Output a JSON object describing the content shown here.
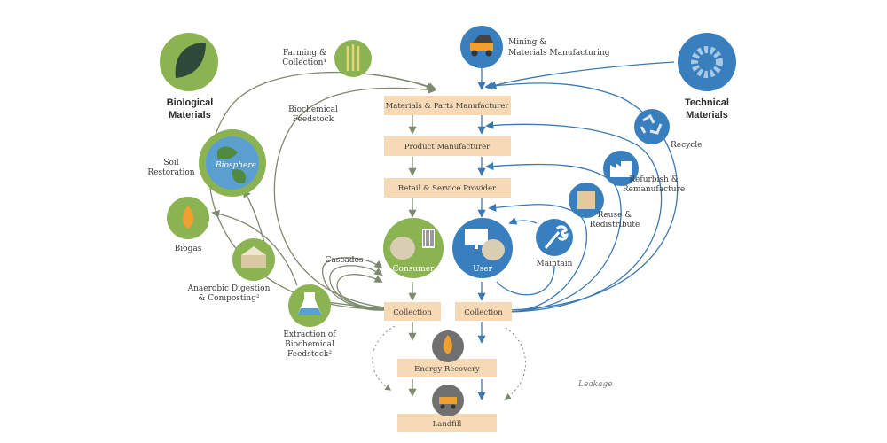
{
  "biological": {
    "title_line1": "Biological",
    "title_line2": "Materials",
    "farming_line1": "Farming &",
    "farming_line2": "Collection¹",
    "biochemical_line1": "Biochemical",
    "biochemical_line2": "Feedstock",
    "soil_line1": "Soil",
    "soil_line2": "Restoration",
    "biosphere": "Biosphere",
    "biogas": "Biogas",
    "anaerobic_line1": "Anaerobic Digestion",
    "anaerobic_line2": "& Composting²",
    "extraction_line1": "Extraction of",
    "extraction_line2": "Biochemical",
    "extraction_line3": "Feedstock²",
    "cascades": "Cascades"
  },
  "technical": {
    "title_line1": "Technical",
    "title_line2": "Materials",
    "mining_line1": "Mining &",
    "mining_line2": "Materials Manufacturing",
    "recycle": "Recycle",
    "refurbish_line1": "Refurbish &",
    "refurbish_line2": "Remanufacture",
    "reuse_line1": "Reuse &",
    "reuse_line2": "Redistribute",
    "maintain": "Maintain"
  },
  "center": {
    "materials_parts": "Materials & Parts Manufacturer",
    "product_manufacturer": "Product Manufacturer",
    "retail_service": "Retail & Service Provider",
    "consumer": "Consumer",
    "user": "User",
    "collection_left": "Collection",
    "collection_right": "Collection",
    "energy_recovery": "Energy Recovery",
    "landfill": "Landfill",
    "leakage": "Leakage"
  },
  "colors": {
    "green": "#8bb352",
    "blue": "#3a7fbd",
    "peach_box": "#f7d9b5",
    "gray_icon": "#6b6b6b",
    "green_arrow": "#7e8a70",
    "blue_arrow": "#3b79b3"
  }
}
